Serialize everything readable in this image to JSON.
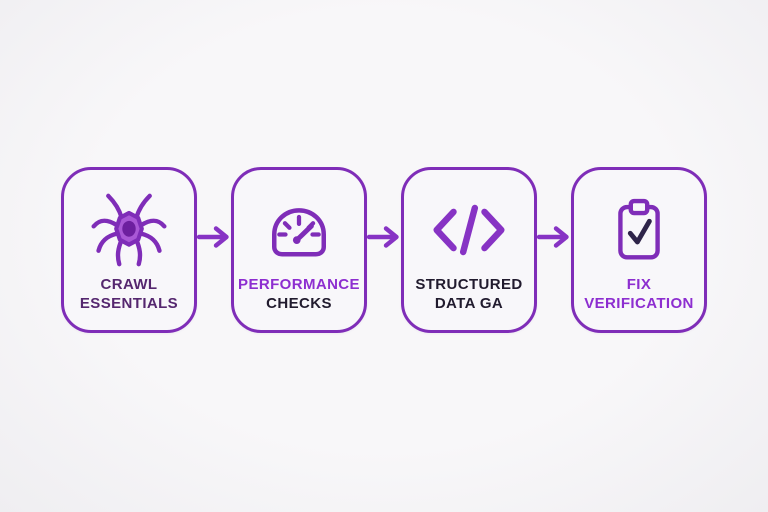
{
  "colors": {
    "background": "#f5f4f6",
    "card_background": "#f8f7fa",
    "accent_border": "#7f2db8",
    "accent_arrow": "#8733c4",
    "text_bright_purple": "#8d2ed0",
    "text_dark_purple": "#55276f",
    "text_dark": "#211b2e",
    "spider_body_fill": "#a958d6",
    "spider_body_core": "#6d1f9f",
    "check_dark": "#2e2449"
  },
  "steps": [
    {
      "icon": "spider-icon",
      "lines": [
        {
          "text": "CRAWL",
          "tone": "dark-purple"
        },
        {
          "text": "ESSENTIALS",
          "tone": "dark-purple"
        }
      ]
    },
    {
      "icon": "gauge-icon",
      "lines": [
        {
          "text": "PERFORMANCE",
          "tone": "bright-purple"
        },
        {
          "text": "CHECKS",
          "tone": "dark"
        }
      ]
    },
    {
      "icon": "code-icon",
      "lines": [
        {
          "text": "STRUCTURED",
          "tone": "dark"
        },
        {
          "text": "DATA GA",
          "tone": "dark"
        }
      ]
    },
    {
      "icon": "clipboard-check-icon",
      "lines": [
        {
          "text": "FIX",
          "tone": "bright-purple"
        },
        {
          "text": "VERIFICATION",
          "tone": "bright-purple"
        }
      ]
    }
  ],
  "connector": {
    "style": "arrow-right",
    "count": 3
  }
}
